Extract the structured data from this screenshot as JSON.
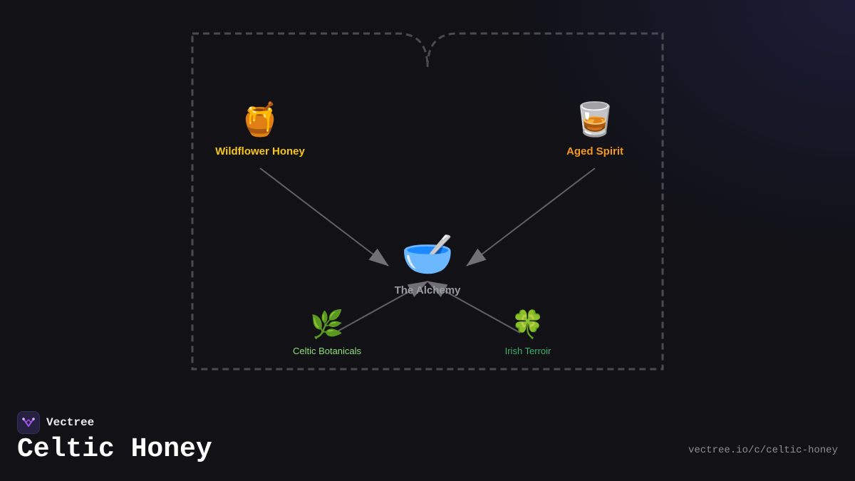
{
  "diagram": {
    "nodes": [
      {
        "id": "honey",
        "icon": "honey-pot-icon",
        "glyph": "🍯",
        "label": "Wildflower Honey",
        "color": "#f5c518"
      },
      {
        "id": "spirit",
        "icon": "tumbler-glass-icon",
        "glyph": "🥃",
        "label": "Aged Spirit",
        "color": "#f5981f"
      },
      {
        "id": "alchemy",
        "icon": "bowl-with-spoon-icon",
        "glyph": "🥣",
        "label": "The Alchemy",
        "color": "#9a9aa3"
      },
      {
        "id": "botanicals",
        "icon": "herb-icon",
        "glyph": "🌿",
        "label": "Celtic Botanicals",
        "color": "#8ee07a"
      },
      {
        "id": "terroir",
        "icon": "four-leaf-clover-icon",
        "glyph": "🍀",
        "label": "Irish Terroir",
        "color": "#3fb36a"
      }
    ],
    "edges": [
      {
        "from": "honey",
        "to": "alchemy"
      },
      {
        "from": "spirit",
        "to": "alchemy"
      },
      {
        "from": "botanicals",
        "to": "alchemy"
      },
      {
        "from": "terroir",
        "to": "alchemy"
      }
    ]
  },
  "brand": {
    "name": "Vectree",
    "logo_icon": "vectree-logo-icon",
    "accent": "#a050e8"
  },
  "title": "Celtic Honey",
  "url": "vectree.io/c/celtic-honey"
}
